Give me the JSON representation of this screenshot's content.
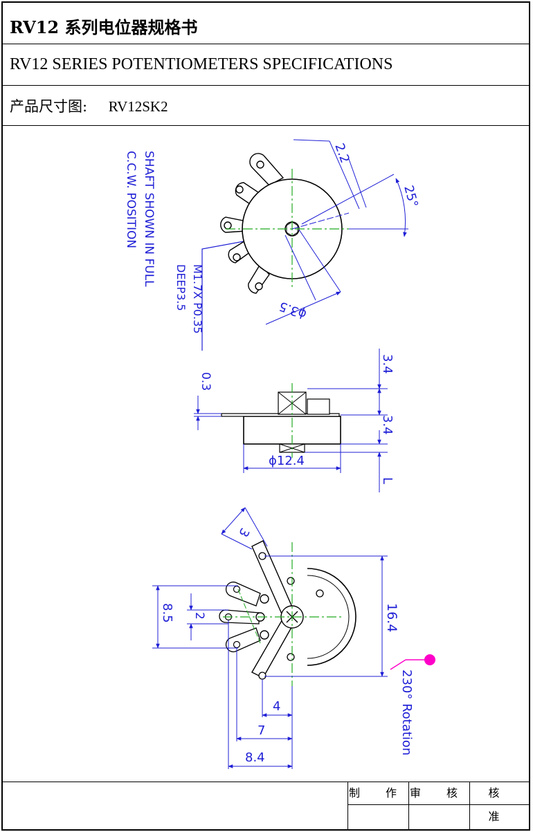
{
  "header": {
    "title_cn": "RV12  系列电位器规格书",
    "title_en": "RV12 SERIES POTENTIOMETERS SPECIFICATIONS",
    "dims_label": "产品尺寸图:",
    "model": "RV12SK2"
  },
  "drawing": {
    "colors": {
      "dimension": "#1f1fd6",
      "centerline": "#22aa22",
      "part": "#000000",
      "pointer": "#ff00c8"
    },
    "top_view": {
      "note_line1": "SHAFT SHOWN IN FULL",
      "note_line2": "C.C.W. POSITION",
      "thread_line1": "M1.7X P0.35",
      "thread_line2": "DEEP3.5",
      "dim_width": "2.2",
      "dim_angle": "25°",
      "dim_shaft_dia": "ϕ3.5"
    },
    "side_view": {
      "dim_top": "3.4",
      "dim_mid": "3.4",
      "dim_plate": "0.3",
      "dim_body_dia": "ϕ12.4",
      "dim_length": "L"
    },
    "bottom_view": {
      "dim_lug_width": "3",
      "dim_span_a": "8.5",
      "dim_span_b": "2",
      "dim_height": "16.4",
      "dim_x1": "4",
      "dim_x2": "7",
      "dim_x3": "8.4",
      "rotation_label": "230°  Rotation"
    }
  },
  "footer": {
    "made": "制 作",
    "review": "审 核",
    "approve": "核 准"
  }
}
